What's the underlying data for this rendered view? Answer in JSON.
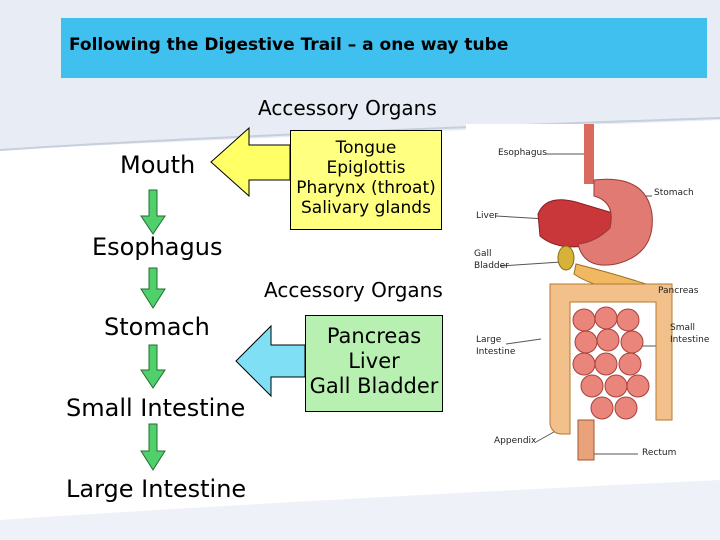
{
  "title": "Following the Digestive Trail – a one way tube",
  "accessory_top_label": "Accessory Organs",
  "accessory_bottom_label": "Accessory Organs",
  "organs": {
    "mouth": "Mouth",
    "esophagus": "Esophagus",
    "stomach": "Stomach",
    "small_intestine": "Small Intestine",
    "large_intestine": "Large Intestine"
  },
  "accessory_top_items": [
    "Tongue",
    "Epiglottis",
    "Pharynx (throat)",
    "Salivary glands"
  ],
  "accessory_bottom_items": [
    "Pancreas",
    "Liver",
    "Gall Bladder"
  ],
  "figure_labels": {
    "esophagus": "Esophagus",
    "stomach": "Stomach",
    "liver": "Liver",
    "gall_bladder": "Gall Bladder",
    "pancreas": "Pancreas",
    "large_intestine": "Large Intestine",
    "small_intestine": "Small Intestine",
    "appendix": "Appendix",
    "rectum": "Rectum"
  },
  "colors": {
    "title_bar": "#3fc0ef",
    "down_arrow": "#4fd06a",
    "yellow_box": "#ffff80",
    "green_box": "#b7f0b0",
    "blue_arrow": "#7fe0f5"
  }
}
